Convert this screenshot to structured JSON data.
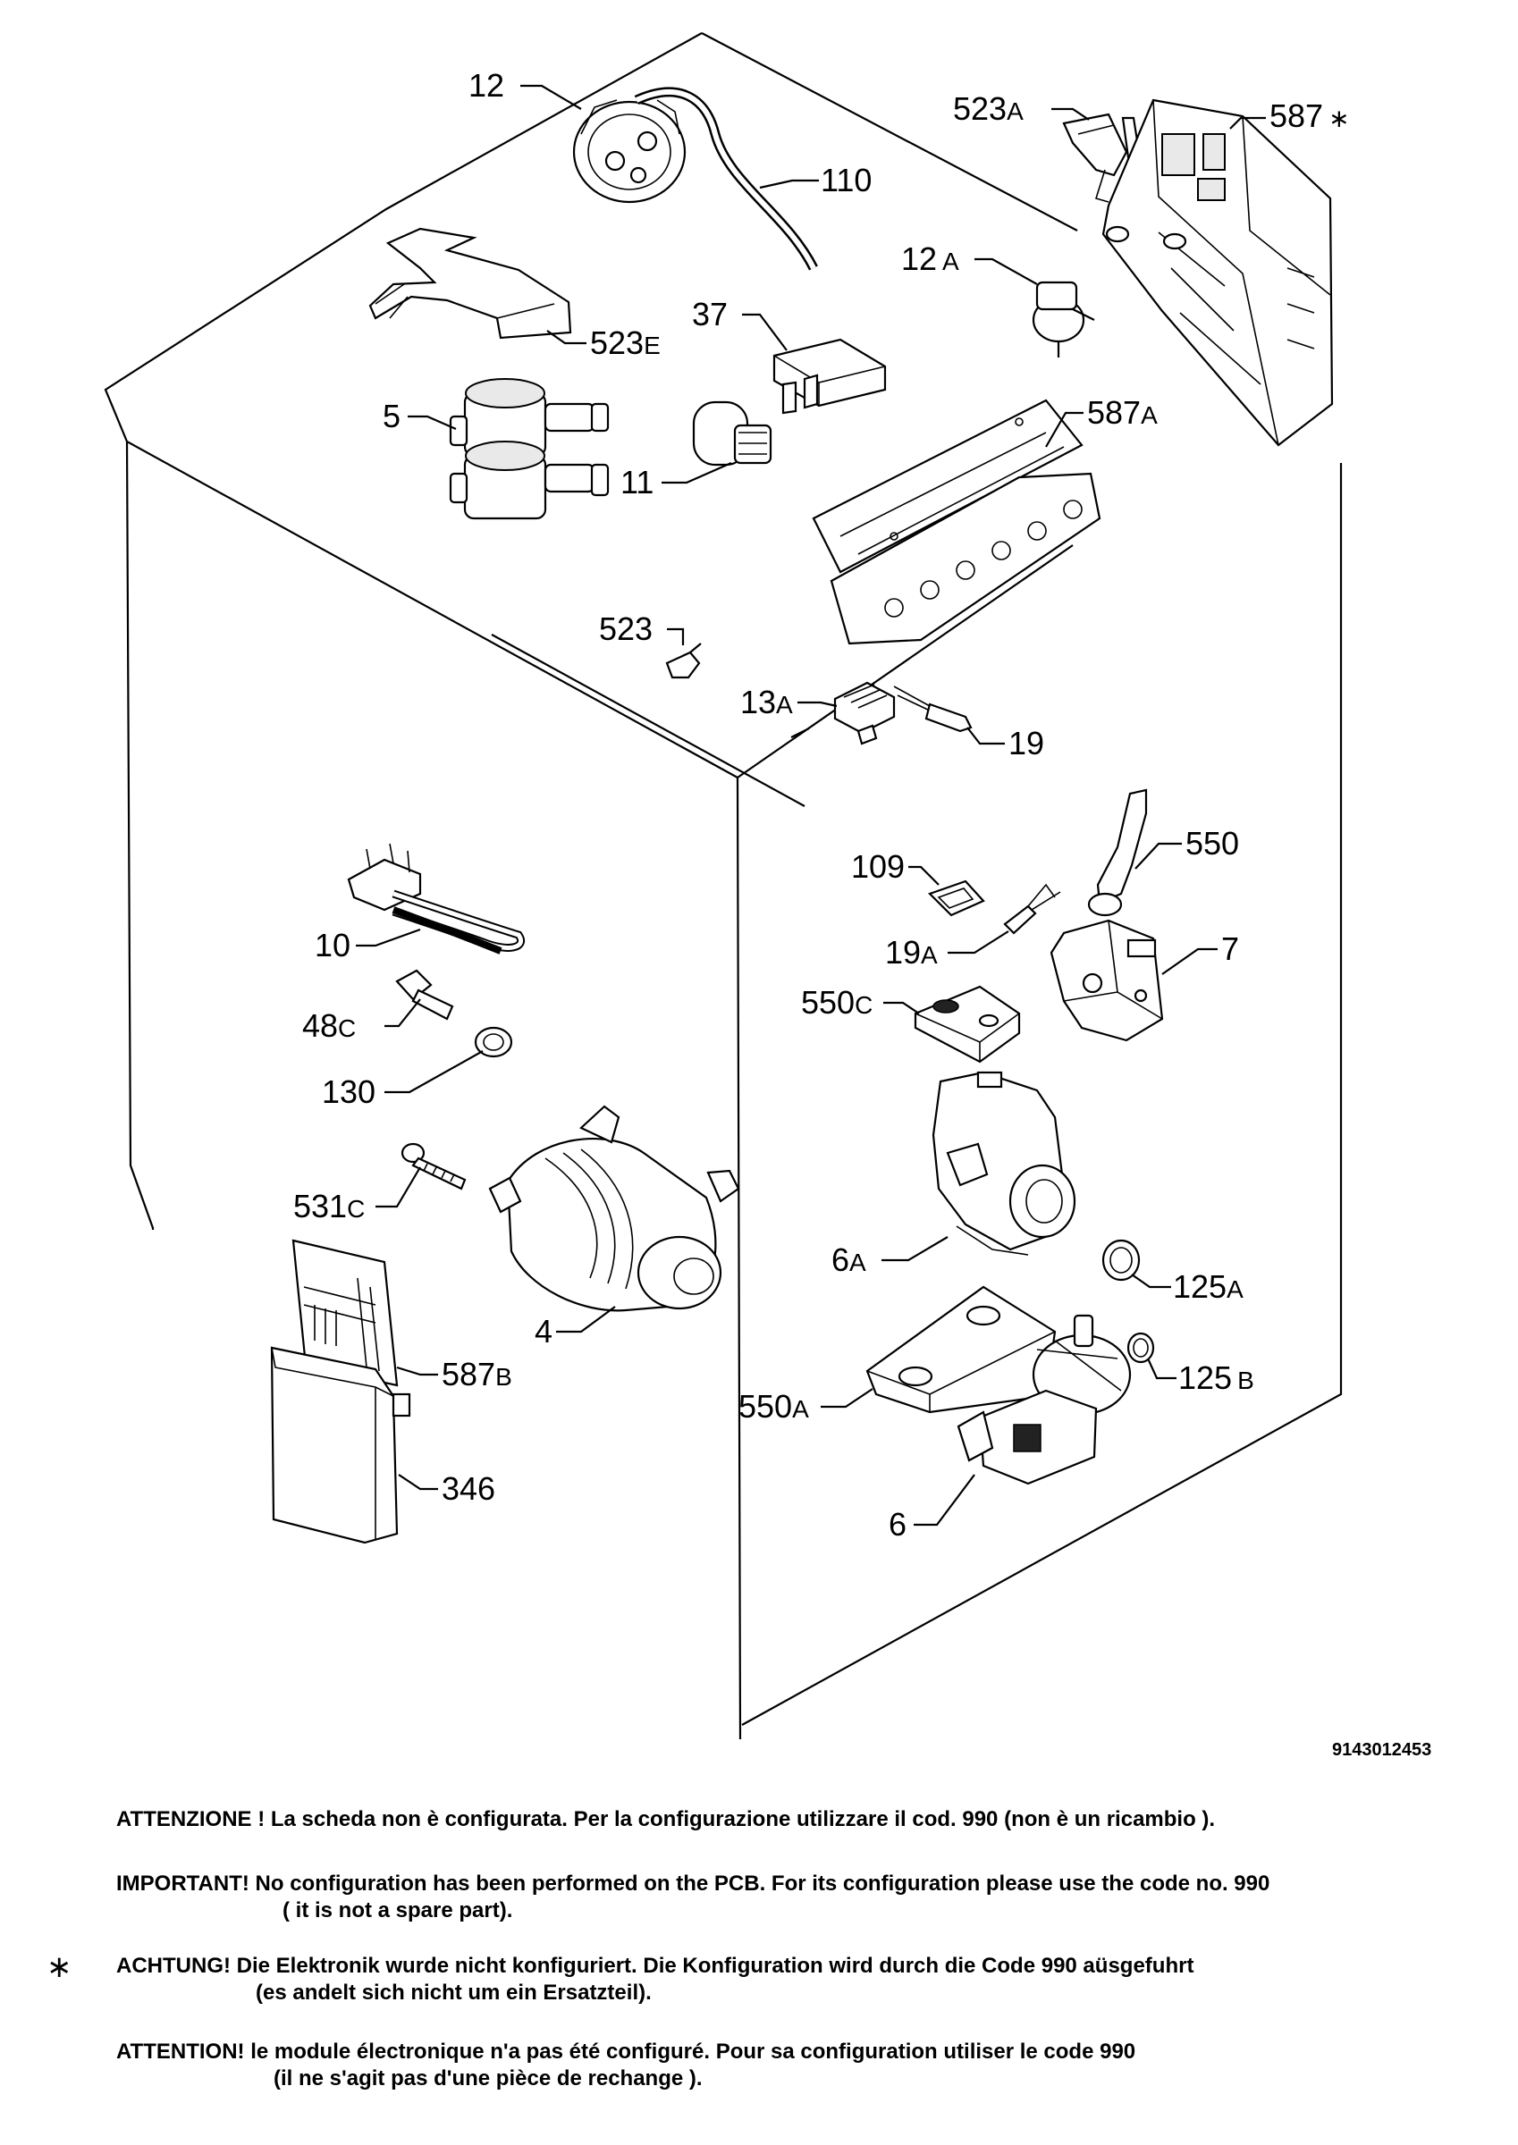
{
  "doc_number": "9143012453",
  "labels": [
    {
      "id": "12",
      "main": "12",
      "suffix": ""
    },
    {
      "id": "110",
      "main": "110",
      "suffix": ""
    },
    {
      "id": "523A",
      "main": "523",
      "suffix": "A"
    },
    {
      "id": "587star",
      "main": "587",
      "suffix": "∗"
    },
    {
      "id": "12A",
      "main": "12",
      "suffix": "A"
    },
    {
      "id": "523E",
      "main": "523",
      "suffix": "E"
    },
    {
      "id": "37",
      "main": "37",
      "suffix": ""
    },
    {
      "id": "5",
      "main": "5",
      "suffix": ""
    },
    {
      "id": "587A",
      "main": "587",
      "suffix": "A"
    },
    {
      "id": "11",
      "main": "11",
      "suffix": ""
    },
    {
      "id": "523",
      "main": "523",
      "suffix": ""
    },
    {
      "id": "13A",
      "main": "13",
      "suffix": "A"
    },
    {
      "id": "19",
      "main": "19",
      "suffix": ""
    },
    {
      "id": "550",
      "main": "550",
      "suffix": ""
    },
    {
      "id": "109",
      "main": "109",
      "suffix": ""
    },
    {
      "id": "19A",
      "main": "19",
      "suffix": "A"
    },
    {
      "id": "7",
      "main": "7",
      "suffix": ""
    },
    {
      "id": "10",
      "main": "10",
      "suffix": ""
    },
    {
      "id": "550C",
      "main": "550",
      "suffix": "C"
    },
    {
      "id": "48C",
      "main": "48",
      "suffix": "C"
    },
    {
      "id": "130",
      "main": "130",
      "suffix": ""
    },
    {
      "id": "531C",
      "main": "531",
      "suffix": "C"
    },
    {
      "id": "6A",
      "main": "6",
      "suffix": "A"
    },
    {
      "id": "125A",
      "main": "125",
      "suffix": "A"
    },
    {
      "id": "4",
      "main": "4",
      "suffix": ""
    },
    {
      "id": "587B",
      "main": "587",
      "suffix": "B"
    },
    {
      "id": "125B",
      "main": "125",
      "suffix": "B"
    },
    {
      "id": "550A",
      "main": "550",
      "suffix": "A"
    },
    {
      "id": "346",
      "main": "346",
      "suffix": ""
    },
    {
      "id": "6",
      "main": "6",
      "suffix": ""
    }
  ],
  "notes": {
    "star": "∗",
    "it": {
      "line1": "ATTENZIONE ! La scheda non è  configurata. Per la configurazione utilizzare il cod. 990 (non è un ricambio )."
    },
    "en": {
      "line1": "IMPORTANT! No configuration has been performed on the PCB. For its configuration please use the code no. 990",
      "line2": "( it is not a spare part)."
    },
    "de": {
      "line1": "ACHTUNG! Die Elektronik wurde nicht konfiguriert. Die Konfiguration wird durch die Code 990 aüsgefuhrt",
      "line2": "(es andelt sich nicht um ein Ersatzteil)."
    },
    "fr": {
      "line1": "ATTENTION! le module électronique n'a pas été configuré. Pour  sa configuration utiliser le code 990",
      "line2": "(il ne s'agit pas d'une pièce de rechange )."
    }
  }
}
